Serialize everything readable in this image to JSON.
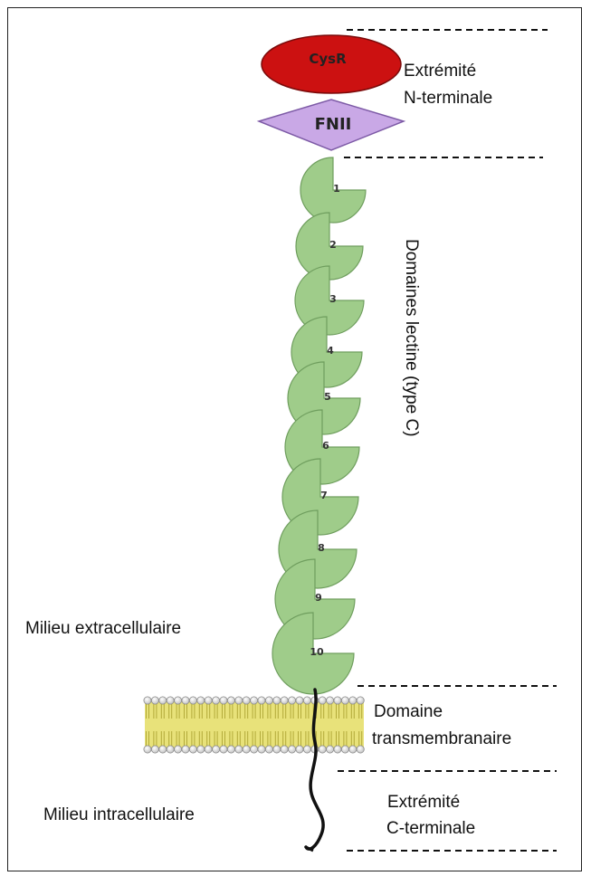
{
  "domains": {
    "cysr": "CysR",
    "fnii": "FNII",
    "lectin_numbers": [
      "1",
      "2",
      "3",
      "4",
      "5",
      "6",
      "7",
      "8",
      "9",
      "10"
    ]
  },
  "labels": {
    "n_term_line1": "Extrémité",
    "n_term_line2": "N-terminale",
    "lectin_domains": "Domaines lectine (type C)",
    "extracellular": "Milieu extracellulaire",
    "transmembrane_line1": "Domaine",
    "transmembrane_line2": "transmembranaire",
    "intracellular": "Milieu intracellulaire",
    "c_term_line1": "Extrémité",
    "c_term_line2": "C-terminale"
  },
  "colors": {
    "cysr_fill": "#cc1111",
    "fnii_fill": "#c9a8e6",
    "lectin_fill": "#9fcc8a",
    "lectin_stroke": "#6f9e5e",
    "membrane_fill": "#e8e27a"
  }
}
